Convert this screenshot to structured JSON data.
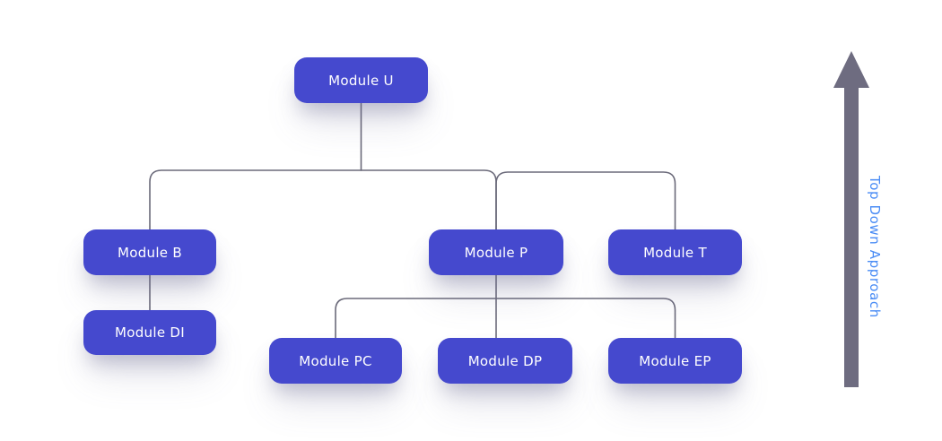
{
  "diagram": {
    "nodes": {
      "u": {
        "label": "Module U"
      },
      "b": {
        "label": "Module B"
      },
      "p": {
        "label": "Module P"
      },
      "t": {
        "label": "Module T"
      },
      "di": {
        "label": "Module DI"
      },
      "pc": {
        "label": "Module PC"
      },
      "dp": {
        "label": "Module DP"
      },
      "ep": {
        "label": "Module EP"
      }
    },
    "arrow_label": "Top Down Approach",
    "hierarchy": {
      "Module U": [
        "Module B",
        "Module P",
        "Module T"
      ],
      "Module B": [
        "Module DI"
      ],
      "Module P": [
        "Module PC",
        "Module DP",
        "Module EP"
      ]
    }
  },
  "colors": {
    "background": "#ffffff",
    "node_fill": "#4549ce",
    "node_text": "#ffffff",
    "connector": "#6b6a7a",
    "arrow": "#6e6c80",
    "arrow_label_text": "#4a8cf5"
  }
}
